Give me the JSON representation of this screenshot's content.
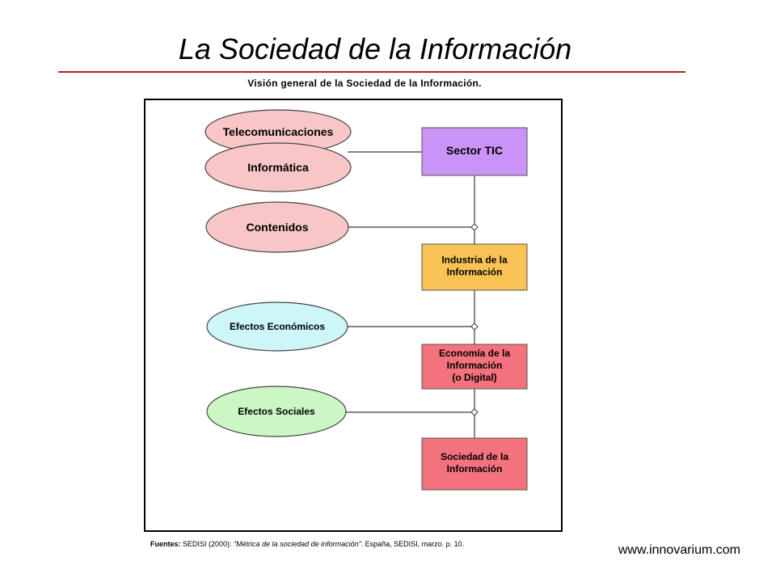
{
  "slide": {
    "title": "La Sociedad de la Información",
    "figure_caption": "Visión general de la Sociedad de la Información.",
    "source": {
      "label": "Fuentes:",
      "prefix": " SEDISI (2000): ",
      "title": "“Métrica de la sociedad de información”",
      "suffix": ". España, SEDISI, marzo. p. 10."
    },
    "website": "www.innovarium.com"
  },
  "diagram": {
    "ellipses": [
      {
        "label": "Telecomunicaciones",
        "color": "#f8c6c6"
      },
      {
        "label": "Informática",
        "color": "#f8c6c6"
      },
      {
        "label": "Contenidos",
        "color": "#f8c6c6"
      },
      {
        "label": "Efectos Económicos",
        "color": "#ccf6f8"
      },
      {
        "label": "Efectos Sociales",
        "color": "#ccf7c4"
      }
    ],
    "boxes": [
      {
        "lines": [
          "Sector TIC"
        ],
        "color": "#c994f6"
      },
      {
        "lines": [
          "Industria de la",
          "Información"
        ],
        "color": "#f8c255"
      },
      {
        "lines": [
          "Economía de la",
          "Información",
          "(o Digital)"
        ],
        "color": "#f4727d"
      },
      {
        "lines": [
          "Sociedad de la",
          "Información"
        ],
        "color": "#f4727d"
      }
    ]
  }
}
